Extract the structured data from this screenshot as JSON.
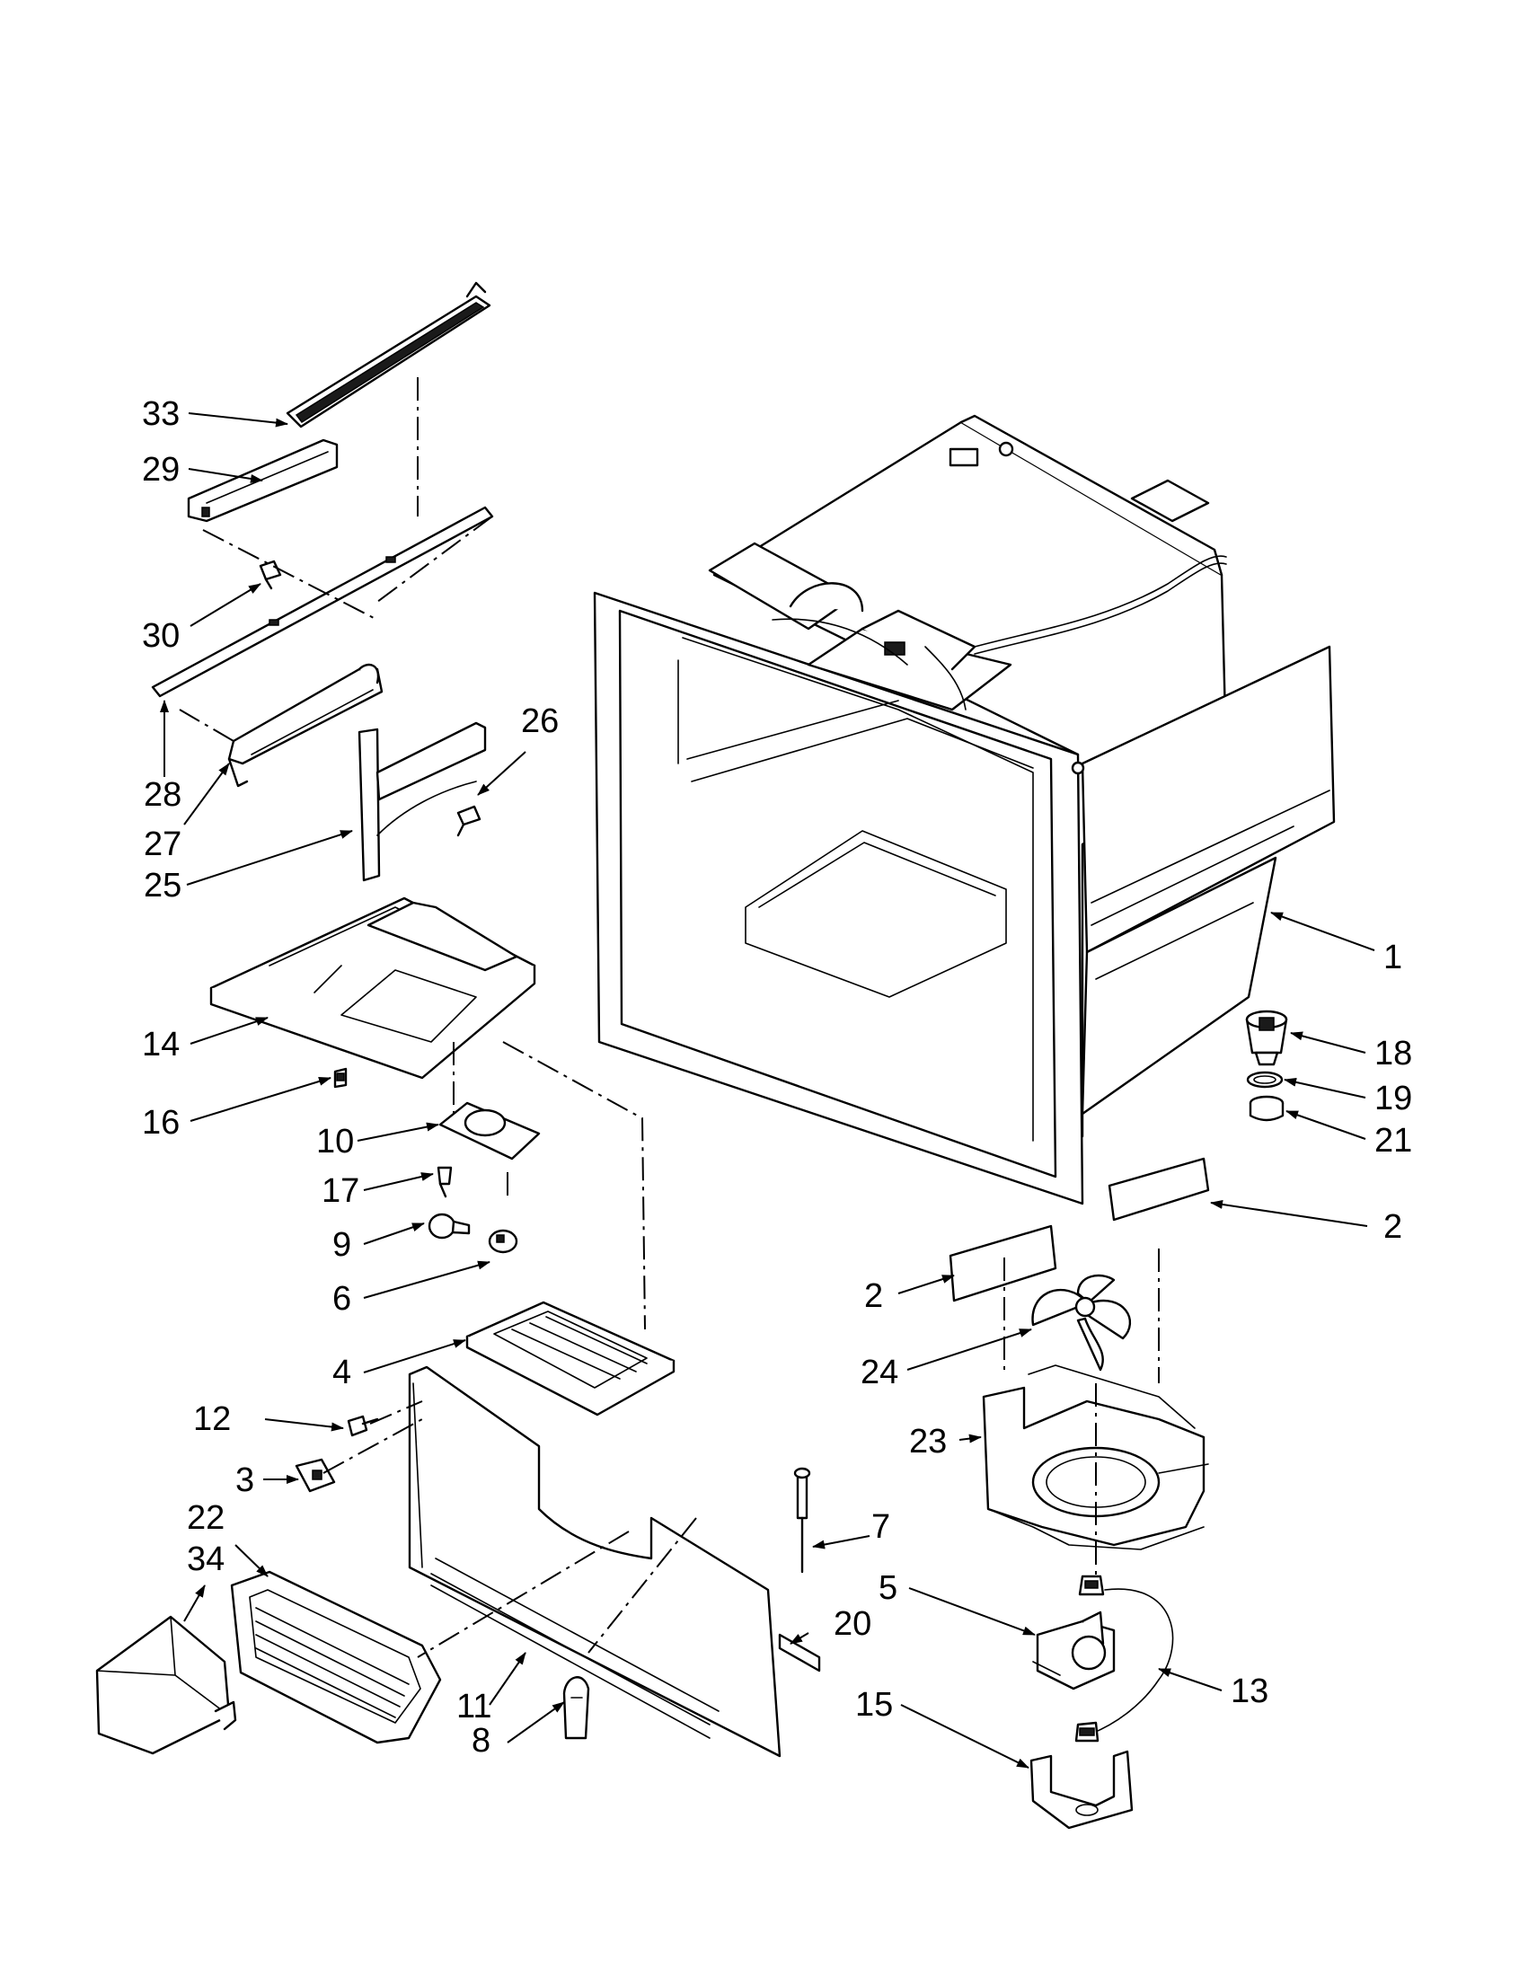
{
  "callouts": [
    {
      "key": "c1",
      "label": "1"
    },
    {
      "key": "c2a",
      "label": "2"
    },
    {
      "key": "c2b",
      "label": "2"
    },
    {
      "key": "c3",
      "label": "3"
    },
    {
      "key": "c4",
      "label": "4"
    },
    {
      "key": "c5",
      "label": "5"
    },
    {
      "key": "c6",
      "label": "6"
    },
    {
      "key": "c7",
      "label": "7"
    },
    {
      "key": "c8",
      "label": "8"
    },
    {
      "key": "c9",
      "label": "9"
    },
    {
      "key": "c10",
      "label": "10"
    },
    {
      "key": "c11",
      "label": "11"
    },
    {
      "key": "c12",
      "label": "12"
    },
    {
      "key": "c13",
      "label": "13"
    },
    {
      "key": "c14",
      "label": "14"
    },
    {
      "key": "c15",
      "label": "15"
    },
    {
      "key": "c16",
      "label": "16"
    },
    {
      "key": "c17",
      "label": "17"
    },
    {
      "key": "c18",
      "label": "18"
    },
    {
      "key": "c19",
      "label": "19"
    },
    {
      "key": "c20",
      "label": "20"
    },
    {
      "key": "c21",
      "label": "21"
    },
    {
      "key": "c22",
      "label": "22"
    },
    {
      "key": "c23",
      "label": "23"
    },
    {
      "key": "c24",
      "label": "24"
    },
    {
      "key": "c25",
      "label": "25"
    },
    {
      "key": "c26",
      "label": "26"
    },
    {
      "key": "c27",
      "label": "27"
    },
    {
      "key": "c28",
      "label": "28"
    },
    {
      "key": "c29",
      "label": "29"
    },
    {
      "key": "c30",
      "label": "30"
    },
    {
      "key": "c33",
      "label": "33"
    },
    {
      "key": "c34",
      "label": "34"
    }
  ]
}
